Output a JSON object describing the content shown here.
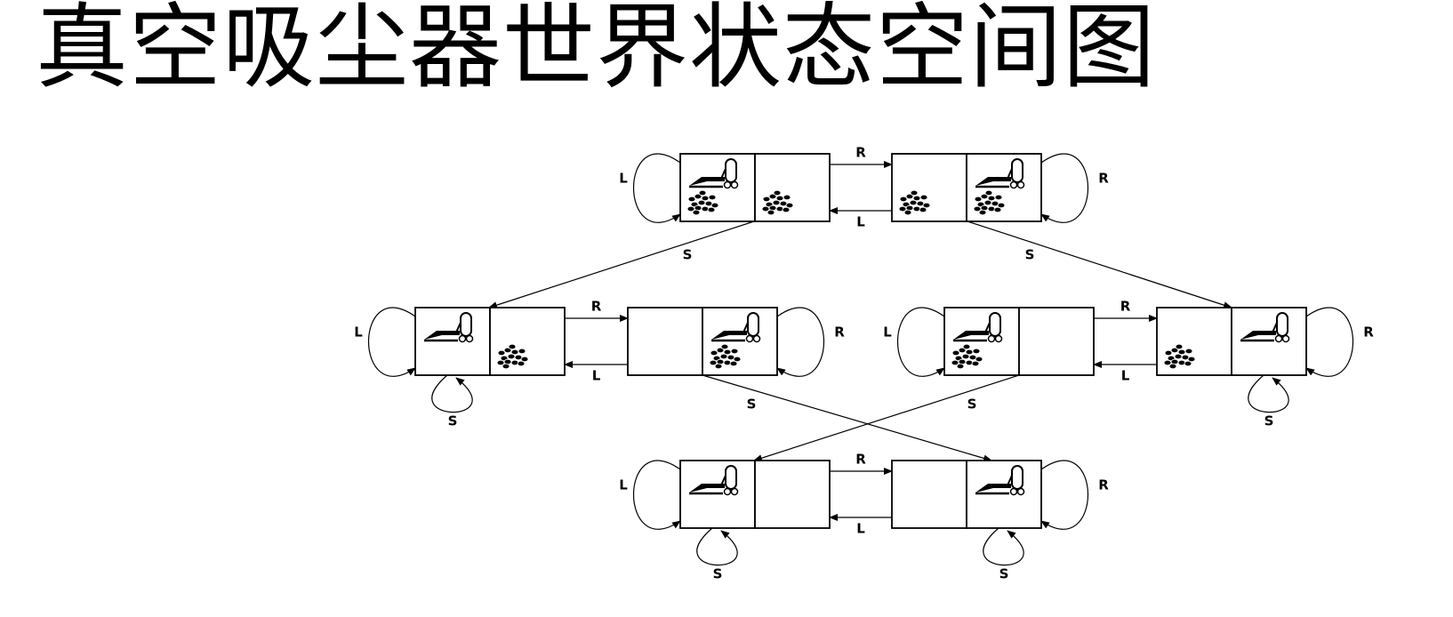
{
  "title": "真空吸尘器世界状态空间图",
  "labels": {
    "left": "L",
    "right": "R",
    "suck": "S"
  },
  "states": [
    {
      "id": "s1",
      "vacuum": "left",
      "dirt_left": true,
      "dirt_right": true
    },
    {
      "id": "s2",
      "vacuum": "right",
      "dirt_left": true,
      "dirt_right": true
    },
    {
      "id": "s3",
      "vacuum": "left",
      "dirt_left": false,
      "dirt_right": true
    },
    {
      "id": "s4",
      "vacuum": "right",
      "dirt_left": false,
      "dirt_right": true
    },
    {
      "id": "s5",
      "vacuum": "left",
      "dirt_left": true,
      "dirt_right": false
    },
    {
      "id": "s6",
      "vacuum": "right",
      "dirt_left": true,
      "dirt_right": false
    },
    {
      "id": "s7",
      "vacuum": "left",
      "dirt_left": false,
      "dirt_right": false
    },
    {
      "id": "s8",
      "vacuum": "right",
      "dirt_left": false,
      "dirt_right": false
    }
  ],
  "transitions": [
    {
      "from": "s1",
      "to": "s2",
      "action": "R"
    },
    {
      "from": "s2",
      "to": "s1",
      "action": "L"
    },
    {
      "from": "s1",
      "to": "s1",
      "action": "L"
    },
    {
      "from": "s2",
      "to": "s2",
      "action": "R"
    },
    {
      "from": "s1",
      "to": "s3",
      "action": "S"
    },
    {
      "from": "s2",
      "to": "s6",
      "action": "S"
    },
    {
      "from": "s3",
      "to": "s4",
      "action": "R"
    },
    {
      "from": "s4",
      "to": "s3",
      "action": "L"
    },
    {
      "from": "s3",
      "to": "s3",
      "action": "L"
    },
    {
      "from": "s4",
      "to": "s4",
      "action": "R"
    },
    {
      "from": "s3",
      "to": "s3",
      "action": "S"
    },
    {
      "from": "s4",
      "to": "s8",
      "action": "S"
    },
    {
      "from": "s5",
      "to": "s6",
      "action": "R"
    },
    {
      "from": "s6",
      "to": "s5",
      "action": "L"
    },
    {
      "from": "s5",
      "to": "s5",
      "action": "L"
    },
    {
      "from": "s6",
      "to": "s6",
      "action": "R"
    },
    {
      "from": "s5",
      "to": "s7",
      "action": "S"
    },
    {
      "from": "s6",
      "to": "s6",
      "action": "S"
    },
    {
      "from": "s7",
      "to": "s8",
      "action": "R"
    },
    {
      "from": "s8",
      "to": "s7",
      "action": "L"
    },
    {
      "from": "s7",
      "to": "s7",
      "action": "L"
    },
    {
      "from": "s8",
      "to": "s8",
      "action": "R"
    },
    {
      "from": "s7",
      "to": "s7",
      "action": "S"
    },
    {
      "from": "s8",
      "to": "s8",
      "action": "S"
    }
  ]
}
